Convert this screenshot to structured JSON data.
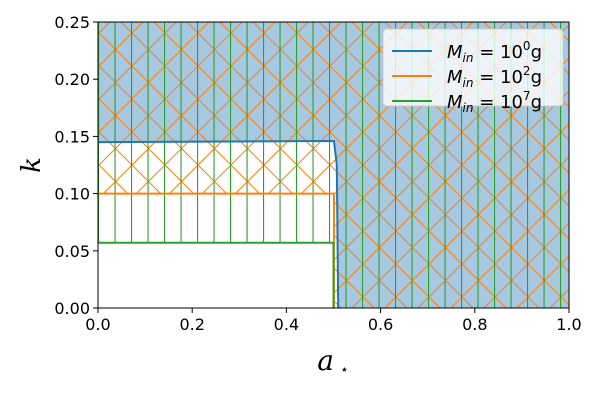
{
  "chart_data": {
    "type": "area",
    "title": "",
    "xlabel": "a",
    "xlabel_sub": "⋆",
    "ylabel": "k",
    "xlim": [
      0,
      1.0
    ],
    "ylim": [
      0,
      0.25
    ],
    "xticks": [
      "0.0",
      "0.2",
      "0.4",
      "0.6",
      "0.8",
      "1.0"
    ],
    "yticks": [
      "0.00",
      "0.05",
      "0.10",
      "0.15",
      "0.20",
      "0.25"
    ],
    "legend_position": "top-right",
    "series": [
      {
        "name": "M_in = 10^0 g",
        "label_base": "M",
        "label_sub": "in",
        "label_eq": " = 10",
        "label_sup": "0",
        "label_unit": "g",
        "color": "#1f77b4",
        "fill": "#a6c8e0",
        "hatch": "none",
        "points": [
          [
            0,
            0.145
          ],
          [
            0.501,
            0.146
          ],
          [
            0.507,
            0.125
          ],
          [
            0.51,
            0
          ]
        ]
      },
      {
        "name": "M_in = 10^2 g",
        "label_base": "M",
        "label_sub": "in",
        "label_eq": " = 10",
        "label_sup": "2",
        "label_unit": "g",
        "color": "#ff7f0e",
        "hatch": "x",
        "points": [
          [
            0,
            0.1
          ],
          [
            0.501,
            0.1
          ],
          [
            0.501,
            0
          ]
        ]
      },
      {
        "name": "M_in = 10^7 g",
        "label_base": "M",
        "label_sub": "in",
        "label_eq": " = 10",
        "label_sup": "7",
        "label_unit": "g",
        "color": "#2ca02c",
        "hatch": "|",
        "points": [
          [
            0,
            0.057
          ],
          [
            0.5,
            0.057
          ],
          [
            0.5,
            0
          ]
        ]
      }
    ]
  }
}
